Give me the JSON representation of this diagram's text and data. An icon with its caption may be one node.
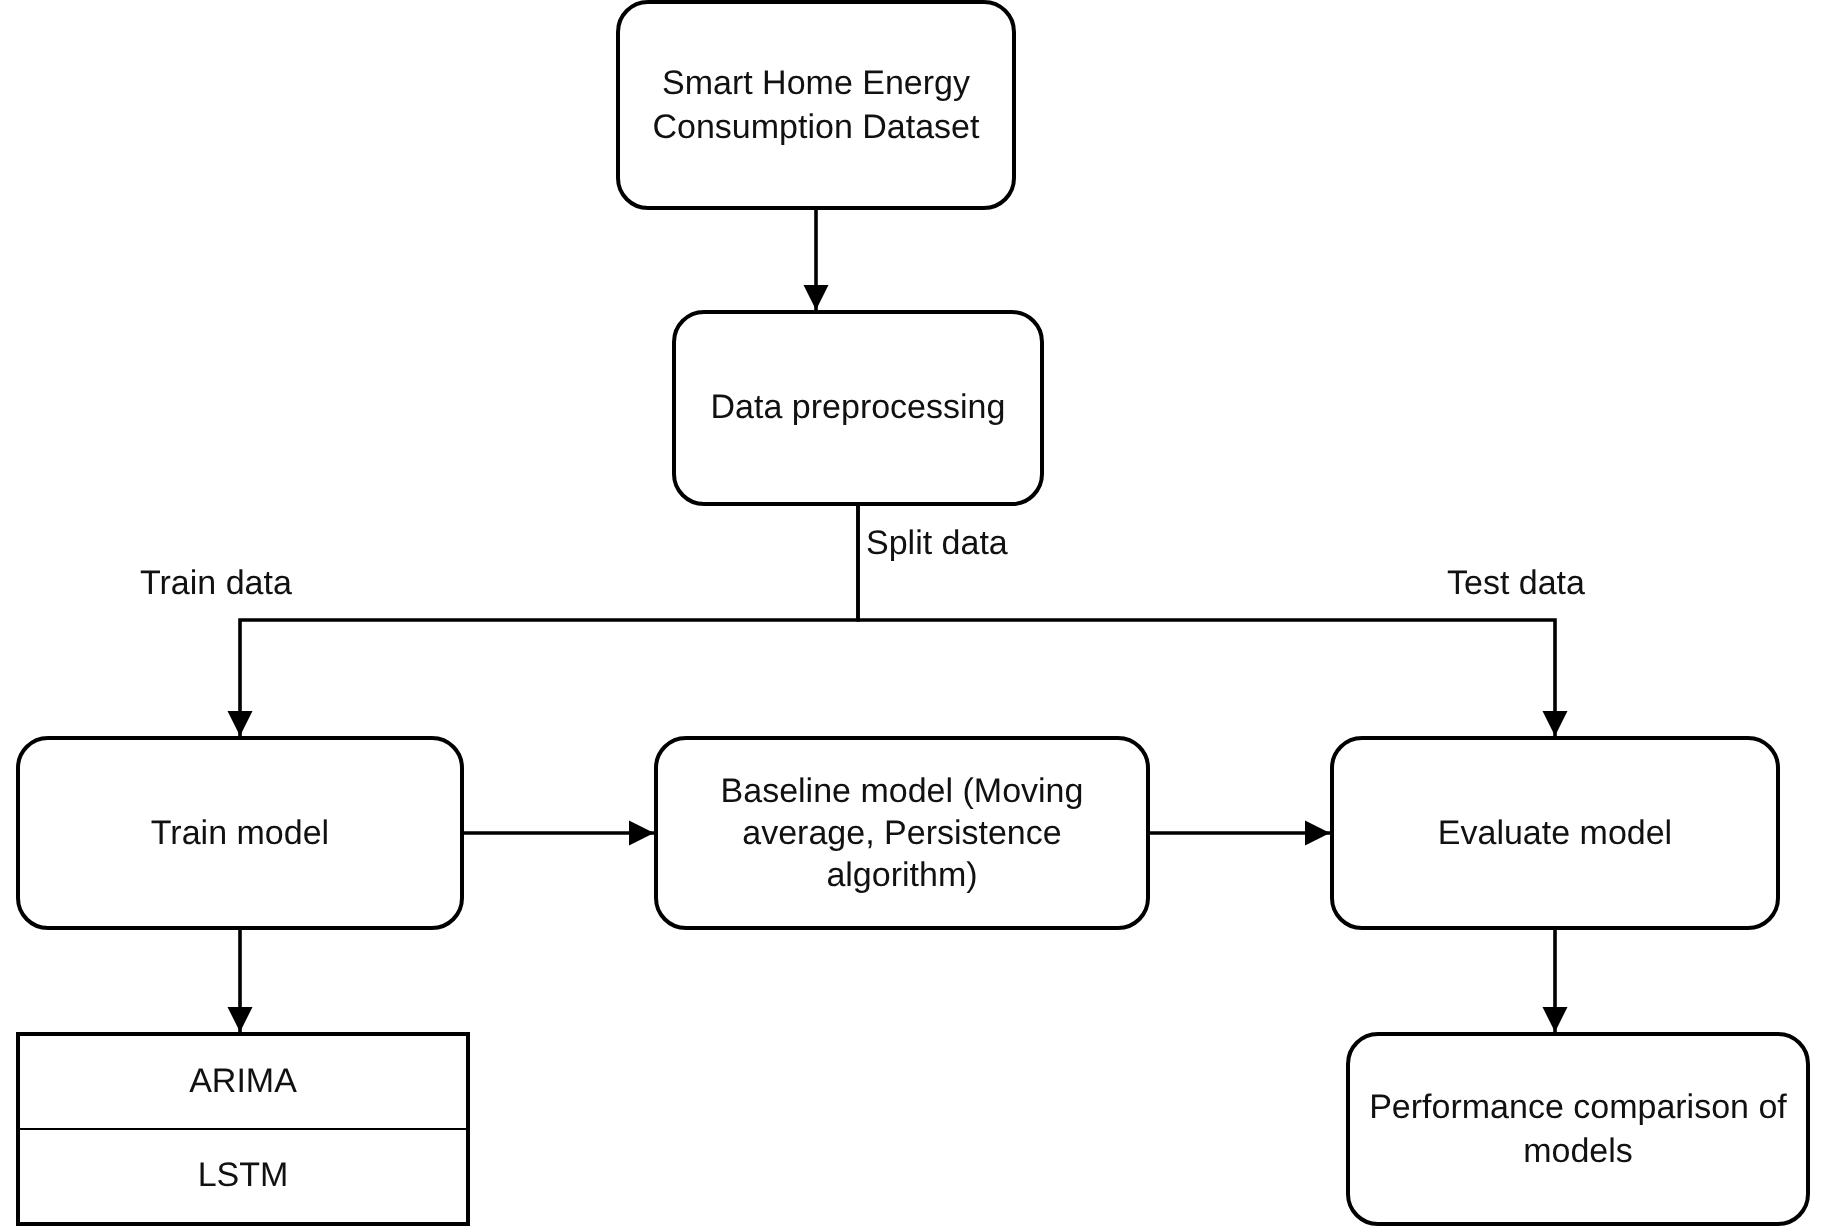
{
  "diagram": {
    "nodes": [
      {
        "text": [
          "Smart Home Energy Consumption Dataset"
        ]
      },
      {
        "text": [
          "Data preprocessing"
        ]
      },
      {
        "text": [
          "Train model"
        ]
      },
      {
        "text": [
          "Baseline model (Moving average, Persistence algorithm)"
        ]
      },
      {
        "text": [
          "Evaluate model"
        ]
      },
      {
        "text": [
          "ARIMA",
          "LSTM"
        ]
      },
      {
        "text": [
          "Performance comparison of models"
        ]
      }
    ],
    "edges": [
      {
        "from": 0,
        "to": 1,
        "arrow": "to"
      },
      {
        "from": 1,
        "to": 2,
        "arrow": "to",
        "label": "Train data"
      },
      {
        "from": 1,
        "to": 4,
        "arrow": "to",
        "label": "Test data"
      },
      {
        "from": 2,
        "to": 3,
        "arrow": "to"
      },
      {
        "from": 3,
        "to": 4,
        "arrow": "to"
      },
      {
        "from": 2,
        "to": 5,
        "arrow": "to"
      },
      {
        "from": 4,
        "to": 6,
        "arrow": "to"
      }
    ],
    "labels": [
      "Split data"
    ]
  }
}
